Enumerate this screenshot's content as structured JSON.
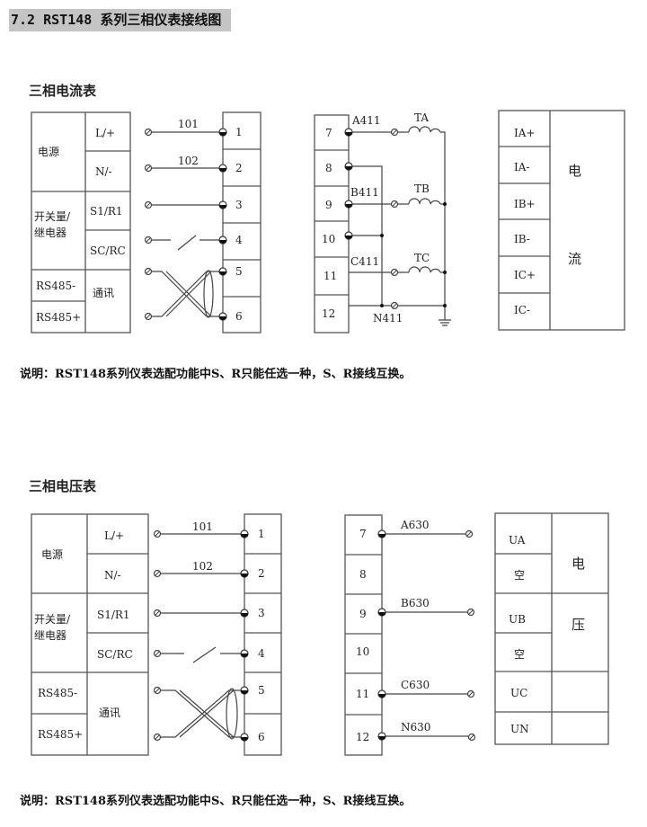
{
  "header": "7.2 RST148 系列三相仪表接线图",
  "current": {
    "title": "三相电流表",
    "left_groups": [
      "电源",
      "开关量/",
      "继电器",
      "通讯"
    ],
    "left_terms": [
      "L/+",
      "N/-",
      "S1/R1",
      "SC/RC",
      "RS485-",
      "RS485+"
    ],
    "terms_a": [
      "1",
      "2",
      "3",
      "4",
      "5",
      "6"
    ],
    "wire_labels": [
      "101",
      "102"
    ],
    "terms_b": [
      "7",
      "8",
      "9",
      "10",
      "11",
      "12"
    ],
    "phase_labels": [
      "A411",
      "B411",
      "C411",
      "N411"
    ],
    "ct_labels": [
      "TA",
      "TB",
      "TC"
    ],
    "meter_terms": [
      "IA+",
      "IA-",
      "IB+",
      "IB-",
      "IC+",
      "IC-"
    ],
    "meter_group": [
      "电",
      "流"
    ],
    "note": "说明：RST148系列仪表选配功能中S、R只能任选一种，S、R接线互换。"
  },
  "voltage": {
    "title": "三相电压表",
    "left_groups": [
      "电源",
      "开关量/",
      "继电器",
      "通讯"
    ],
    "left_terms": [
      "L/+",
      "N/-",
      "S1/R1",
      "SC/RC",
      "RS485-",
      "RS485+"
    ],
    "terms_a": [
      "1",
      "2",
      "3",
      "4",
      "5",
      "6"
    ],
    "wire_labels": [
      "101",
      "102"
    ],
    "terms_b": [
      "7",
      "8",
      "9",
      "10",
      "11",
      "12"
    ],
    "phase_labels": [
      "A630",
      "B630",
      "C630",
      "N630"
    ],
    "meter_terms": [
      "UA",
      "空",
      "UB",
      "空",
      "UC",
      "UN"
    ],
    "meter_group": [
      "电",
      "压"
    ],
    "note": "说明：RST148系列仪表选配功能中S、R只能任选一种，S、R接线互换。"
  }
}
